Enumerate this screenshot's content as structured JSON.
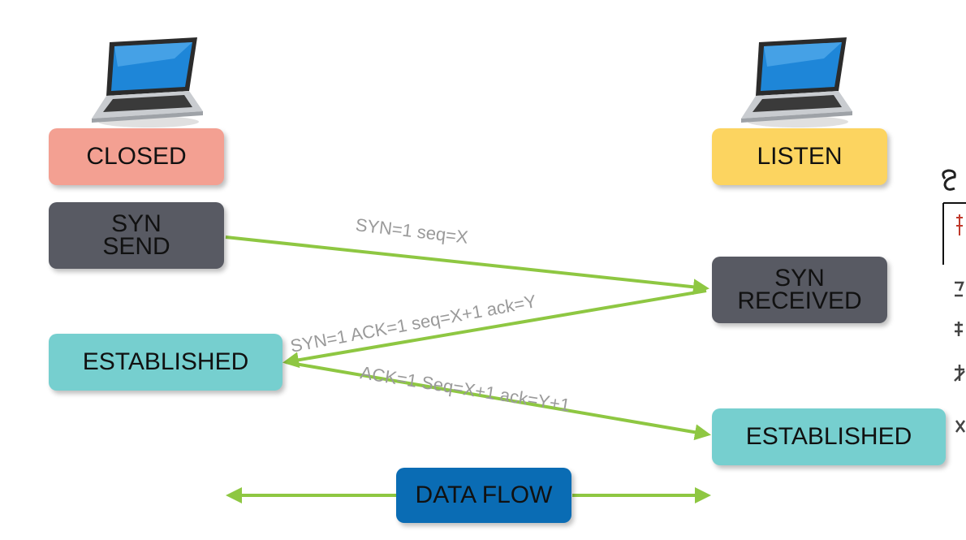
{
  "client": {
    "states": {
      "closed": "CLOSED",
      "syn_send": "SYN\nSEND",
      "established": "ESTABLISHED"
    }
  },
  "server": {
    "states": {
      "listen": "LISTEN",
      "syn_received": "SYN\nRECEIVED",
      "established": "ESTABLISHED"
    }
  },
  "messages": {
    "syn": "SYN=1 seq=X",
    "syn_ack": "SYN=1 ACK=1 seq=X+1 ack=Y",
    "ack": "ACK=1 Seq=X+1  ack=Y+1"
  },
  "data_flow": "DATA FLOW",
  "colors": {
    "closed": "#f3a092",
    "listen": "#fcd460",
    "syn": "#585a63",
    "established": "#76cfcf",
    "data_flow": "#0a6cb4",
    "arrow": "#8ec742"
  }
}
